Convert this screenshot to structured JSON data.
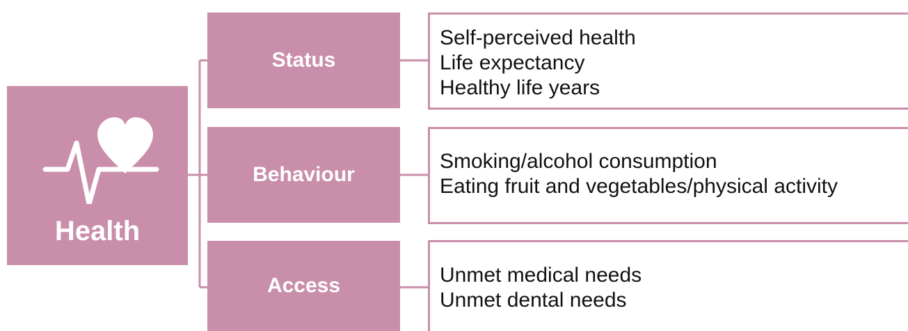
{
  "theme": {
    "accent": "#c98ea9",
    "icon_color": "#ffffff"
  },
  "root": {
    "label": "Health",
    "icon": "heart-with-heartbeat-line-icon"
  },
  "categories": [
    {
      "label": "Status",
      "items": [
        "Self-perceived health",
        "Life expectancy",
        "Healthy life years"
      ]
    },
    {
      "label": "Behaviour",
      "items": [
        "Smoking/alcohol consumption",
        "Eating fruit and vegetables/physical activity"
      ]
    },
    {
      "label": "Access",
      "items": [
        "Unmet medical needs",
        "Unmet dental needs"
      ]
    }
  ]
}
